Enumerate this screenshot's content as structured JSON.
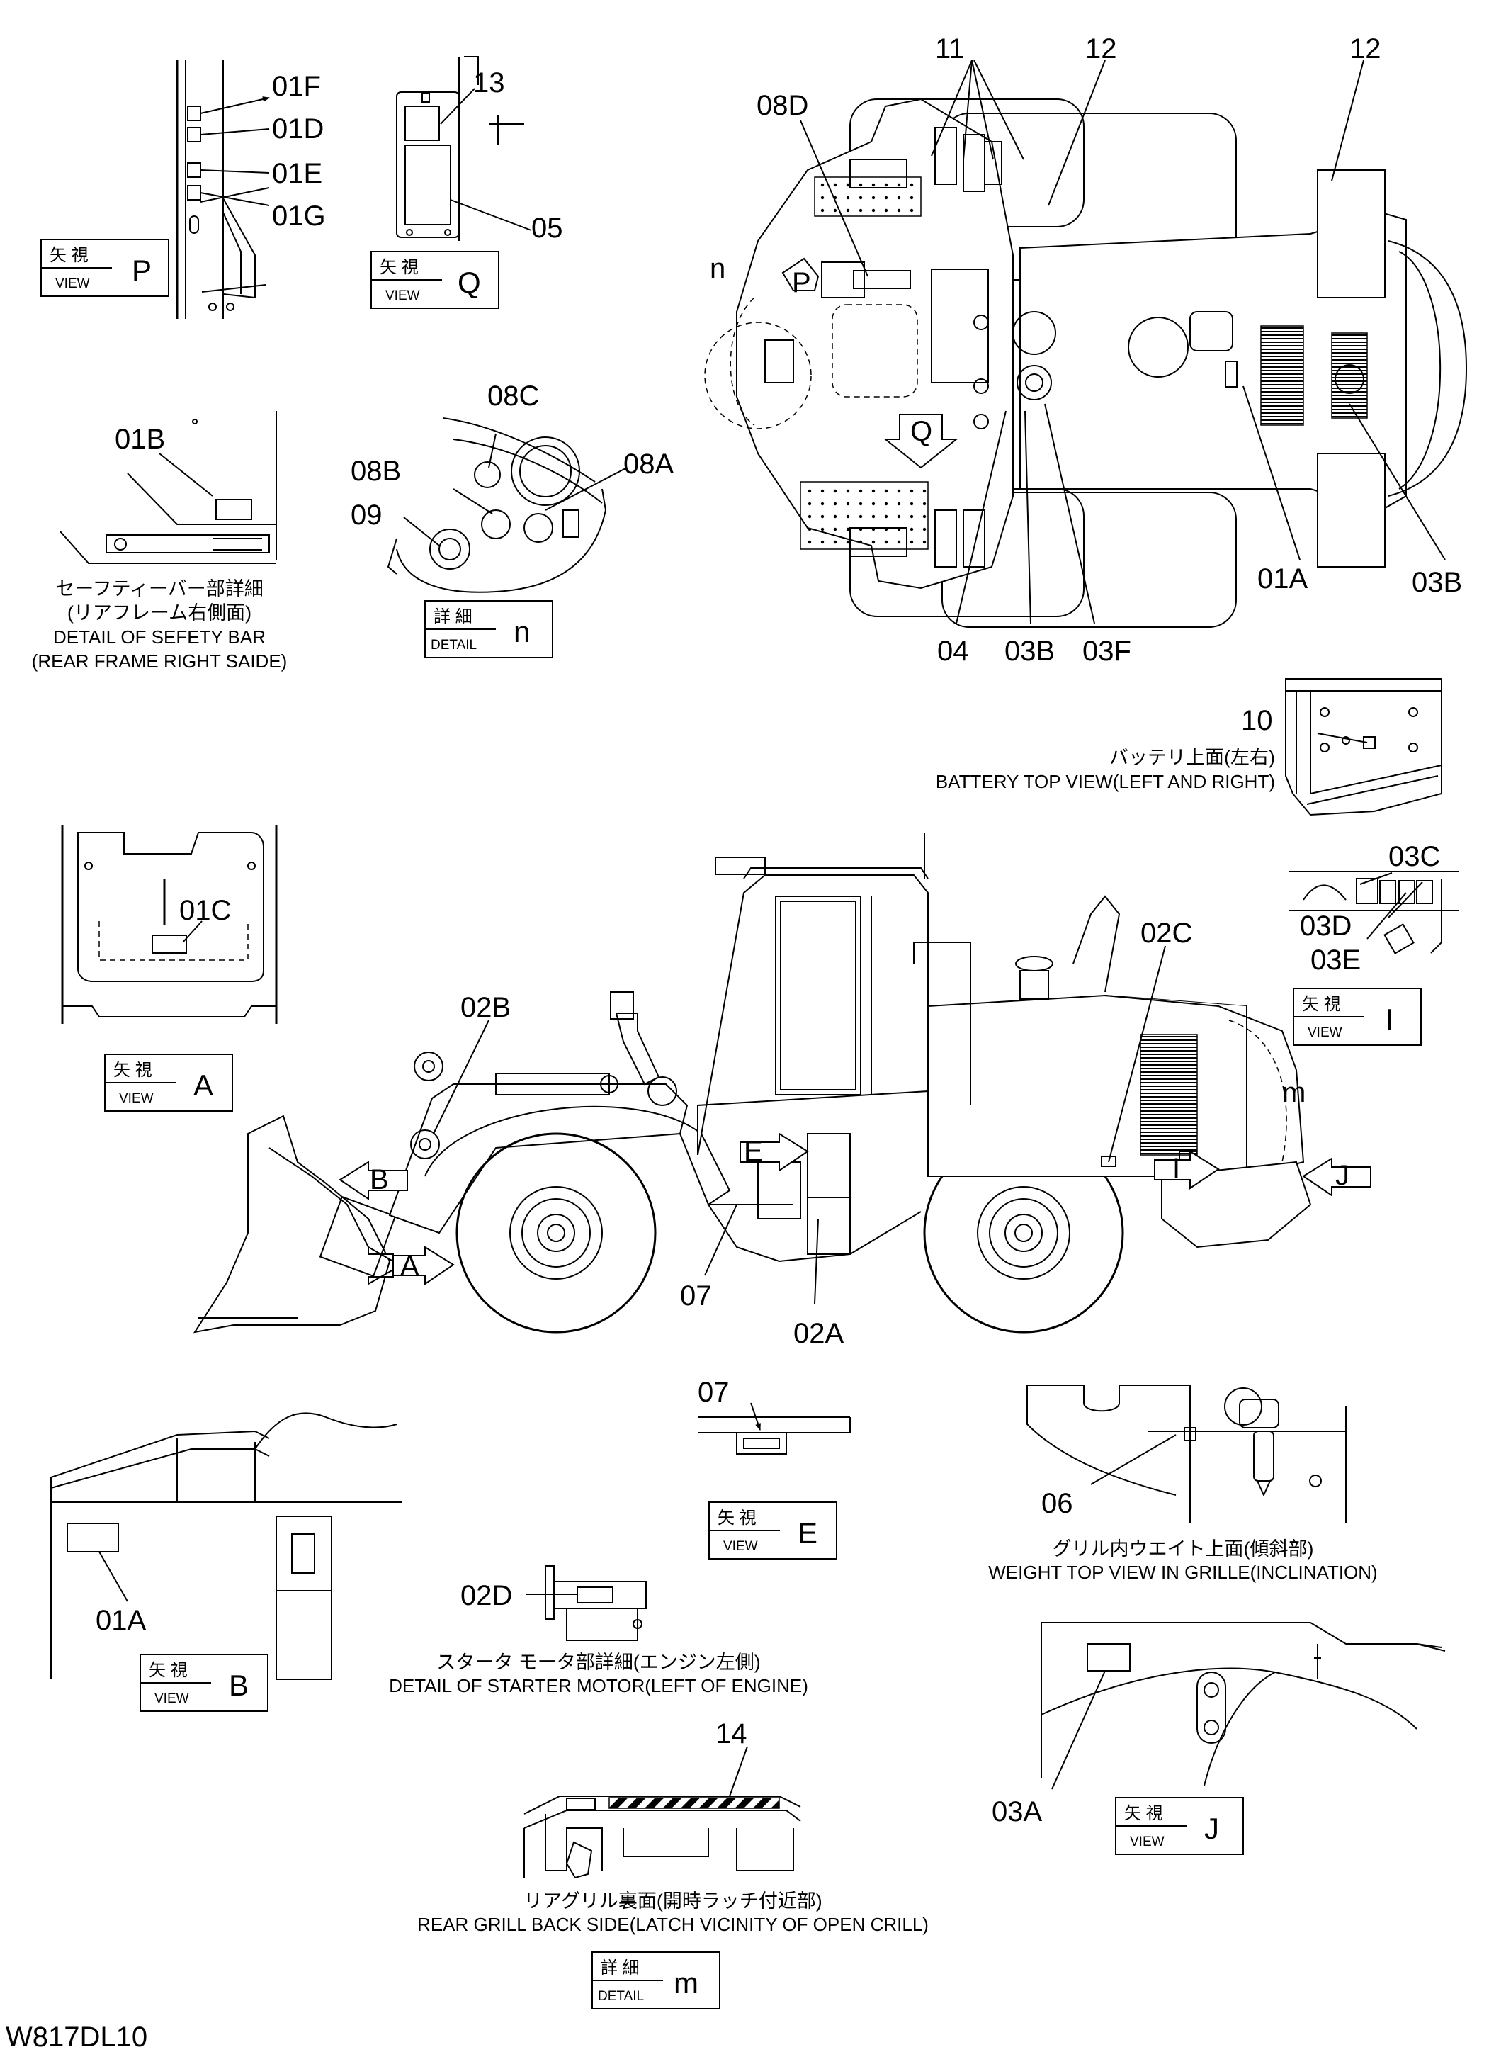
{
  "drawing_code": "W817DL10",
  "callouts": {
    "c01F": "01F",
    "c01D": "01D",
    "c01E": "01E",
    "c01G": "01G",
    "c13": "13",
    "c05": "05",
    "c11": "11",
    "c12a": "12",
    "c12b": "12",
    "c08D": "08D",
    "c01B": "01B",
    "c08C": "08C",
    "c08B": "08B",
    "c08A": "08A",
    "c09": "09",
    "c01Atop": "01A",
    "c03Btop": "03B",
    "c04": "04",
    "c03Bmid": "03B",
    "c03F": "03F",
    "c10": "10",
    "c03C": "03C",
    "c03D": "03D",
    "c03E": "03E",
    "c01C": "01C",
    "c02B": "02B",
    "c02C": "02C",
    "c07main": "07",
    "c02A": "02A",
    "c07e": "07",
    "c06": "06",
    "c01Ab": "01A",
    "c02D": "02D",
    "c14": "14",
    "c03A": "03A"
  },
  "markers": {
    "n": "n",
    "P": "P",
    "Q": "Q",
    "A": "A",
    "B": "B",
    "E": "E",
    "I": "I",
    "J": "J",
    "m": "m"
  },
  "view_boxes": {
    "P": {
      "jp": "矢 視",
      "en": "VIEW",
      "letter": "P"
    },
    "Q": {
      "jp": "矢 視",
      "en": "VIEW",
      "letter": "Q"
    },
    "n": {
      "jp": "詳 細",
      "en": "DETAIL",
      "letter": "n"
    },
    "I": {
      "jp": "矢 視",
      "en": "VIEW",
      "letter": "I"
    },
    "A": {
      "jp": "矢 視",
      "en": "VIEW",
      "letter": "A"
    },
    "E": {
      "jp": "矢 視",
      "en": "VIEW",
      "letter": "E"
    },
    "B": {
      "jp": "矢 視",
      "en": "VIEW",
      "letter": "B"
    },
    "J": {
      "jp": "矢 視",
      "en": "VIEW",
      "letter": "J"
    },
    "m": {
      "jp": "詳 細",
      "en": "DETAIL",
      "letter": "m"
    }
  },
  "captions": {
    "safety_bar": {
      "jp1": "セーフティーバー部詳細",
      "jp2": "(リアフレーム右側面)",
      "en1": "DETAIL OF SEFETY BAR",
      "en2": "(REAR FRAME RIGHT SAIDE)"
    },
    "battery": {
      "jp": "バッテリ上面(左右)",
      "en": "BATTERY TOP VIEW(LEFT AND RIGHT)"
    },
    "weight": {
      "jp": "グリル内ウエイト上面(傾斜部)",
      "en": "WEIGHT TOP VIEW IN GRILLE(INCLINATION)"
    },
    "starter": {
      "jp": "スタータ モータ部詳細(エンジン左側)",
      "en": "DETAIL OF STARTER MOTOR(LEFT OF ENGINE)"
    },
    "rear_grill": {
      "jp": "リアグリル裏面(開時ラッチ付近部)",
      "en": "REAR GRILL BACK SIDE(LATCH VICINITY OF OPEN CRILL)"
    }
  }
}
